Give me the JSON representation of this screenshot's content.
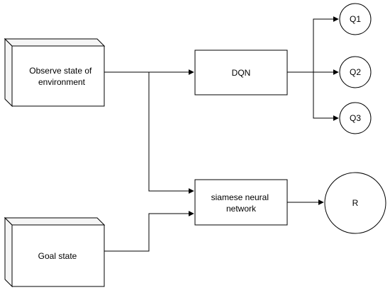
{
  "nodes": {
    "observe": {
      "lines": [
        "Observe state of",
        "environment"
      ]
    },
    "goal": {
      "lines": [
        "Goal state"
      ]
    },
    "dqn": {
      "lines": [
        "DQN"
      ]
    },
    "siamese": {
      "lines": [
        "siamese neural",
        "network"
      ]
    },
    "q1": {
      "lines": [
        "Q1"
      ]
    },
    "q2": {
      "lines": [
        "Q2"
      ]
    },
    "q3": {
      "lines": [
        "Q3"
      ]
    },
    "r": {
      "lines": [
        "R"
      ]
    }
  }
}
